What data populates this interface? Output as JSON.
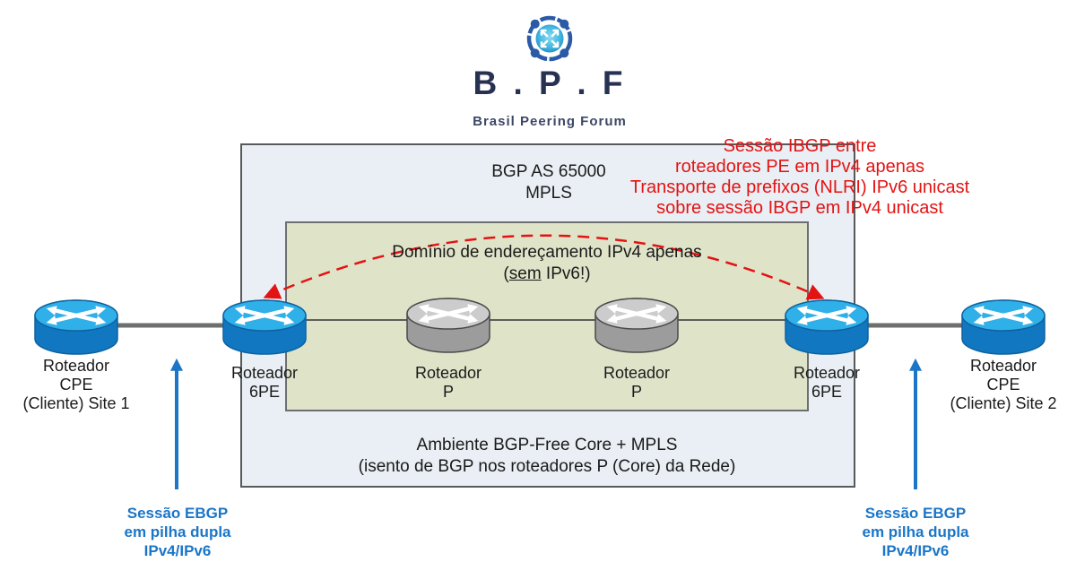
{
  "palette": {
    "red": "#e41313",
    "blue": "#1b76c8",
    "navy": "#273152",
    "box_fill": "#e9eff4",
    "domain_fill": "#dfe4c9",
    "router_blue_top": "#2fb0e8",
    "router_blue_body": "#1177c0",
    "router_gray_top": "#cccccc",
    "router_gray_body": "#9c9c9c"
  },
  "logo": {
    "icon": "bpf-expand-arrows-icon",
    "title": "B . P . F",
    "subtitle": "Brasil Peering Forum"
  },
  "ibgp_note": {
    "lines": [
      "Sessão IBGP entre",
      "roteadores PE em IPv4 apenas",
      "Transporte de prefixos (NLRI) IPv6 unicast",
      "sobre sessão IBGP em IPv4 unicast"
    ]
  },
  "as_box": {
    "line1": "BGP AS 65000",
    "line2": "MPLS",
    "footer1": "Ambiente BGP-Free Core + MPLS",
    "footer2": "(isento de BGP nos roteadores P (Core) da Rede)"
  },
  "domain_box": {
    "line1": "Domínio de endereçamento IPv4 apenas",
    "open": "(",
    "underlined": "sem",
    "rest": " IPv6!)"
  },
  "routers": [
    {
      "id": "cpe-site1",
      "type": "cpe",
      "label": [
        "Roteador",
        "CPE",
        "(Cliente) Site 1"
      ]
    },
    {
      "id": "pe-left",
      "type": "6pe",
      "label": [
        "Roteador",
        "6PE"
      ]
    },
    {
      "id": "p1",
      "type": "p",
      "label": [
        "Roteador",
        "P"
      ]
    },
    {
      "id": "p2",
      "type": "p",
      "label": [
        "Roteador",
        "P"
      ]
    },
    {
      "id": "pe-right",
      "type": "6pe",
      "label": [
        "Roteador",
        "6PE"
      ]
    },
    {
      "id": "cpe-site2",
      "type": "cpe",
      "label": [
        "Roteador",
        "CPE",
        "(Cliente) Site 2"
      ]
    }
  ],
  "ebgp_left": {
    "lines": [
      "Sessão EBGP",
      "em pilha dupla",
      "IPv4/IPv6"
    ]
  },
  "ebgp_right": {
    "lines": [
      "Sessão EBGP",
      "em pilha dupla",
      "IPv4/IPv6"
    ]
  }
}
